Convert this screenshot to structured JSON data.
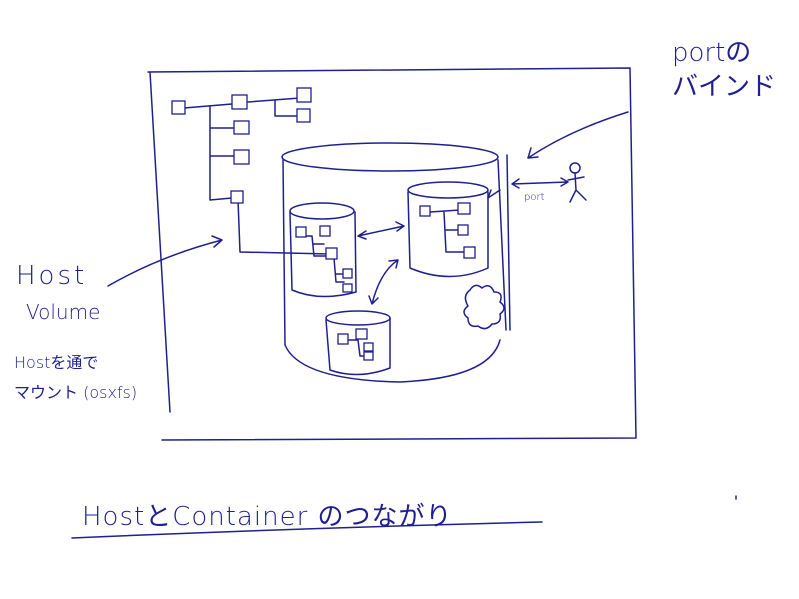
{
  "labels": {
    "port_bind_line1": "portの",
    "port_bind_line2": "バインド",
    "host_volume_line1": "Host",
    "host_volume_line2": "Volume",
    "mount_line1": "Hostを通で",
    "mount_line2": "マウント (osxfs)",
    "port_small": "port",
    "caption": "HostとContainer のつながり"
  },
  "colors": {
    "ink": "#1f1f8f"
  }
}
